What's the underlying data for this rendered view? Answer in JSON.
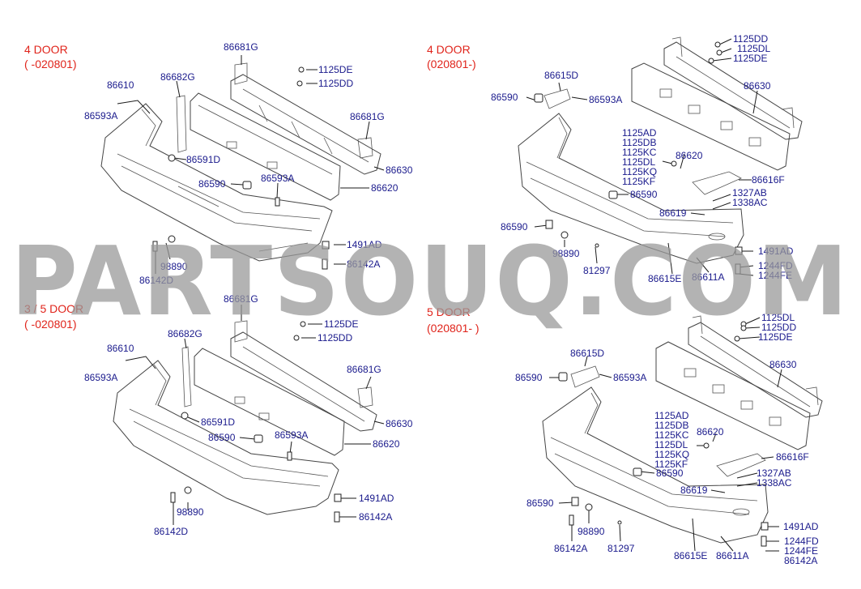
{
  "watermark": "PARTSOUQ.COM",
  "sections": [
    {
      "id": "q1",
      "title_lines": [
        "4 DOOR",
        "( -020801)"
      ],
      "labels": [
        "86681G",
        "1125DE",
        "1125DD",
        "86682G",
        "86610",
        "86593A",
        "86681G",
        "86591D",
        "86630",
        "86590",
        "86593A",
        "86620",
        "1491AD",
        "98890",
        "86142A",
        "86142D"
      ]
    },
    {
      "id": "q2",
      "title_lines": [
        "4 DOOR",
        "(020801-)"
      ],
      "labels": [
        "1125DD",
        "1125DL",
        "1125DE",
        "86615D",
        "86590",
        "86593A",
        "86630",
        "1125AD",
        "1125DB",
        "1125KC",
        "86620",
        "1125DL",
        "1125KQ",
        "86616F",
        "1125KF",
        "1327AB",
        "86590",
        "1338AC",
        "86619",
        "86590",
        "98890",
        "1491AD",
        "81297",
        "1244FD",
        "1244FE",
        "86615E",
        "86611A"
      ]
    },
    {
      "id": "q3",
      "title_lines": [
        "3 / 5 DOOR",
        "( -020801)"
      ],
      "labels": [
        "86681G",
        "1125DE",
        "86682G",
        "1125DD",
        "86610",
        "86593A",
        "86681G",
        "86591D",
        "86630",
        "86590",
        "86593A",
        "86620",
        "1491AD",
        "98890",
        "86142A",
        "86142D"
      ]
    },
    {
      "id": "q4",
      "title_lines": [
        "5 DOOR",
        "(020801- )"
      ],
      "labels": [
        "1125DL",
        "1125DD",
        "1125DE",
        "86615D",
        "86630",
        "86590",
        "86593A",
        "1125AD",
        "1125DB",
        "86620",
        "1125KC",
        "1125DL",
        "86616F",
        "1125KQ",
        "1125KF",
        "1327AB",
        "86590",
        "1338AC",
        "86619",
        "86590",
        "98890",
        "1491AD",
        "81297",
        "1244FD",
        "1244FE",
        "86615E",
        "86611A",
        "86142A",
        "86142A"
      ]
    }
  ]
}
